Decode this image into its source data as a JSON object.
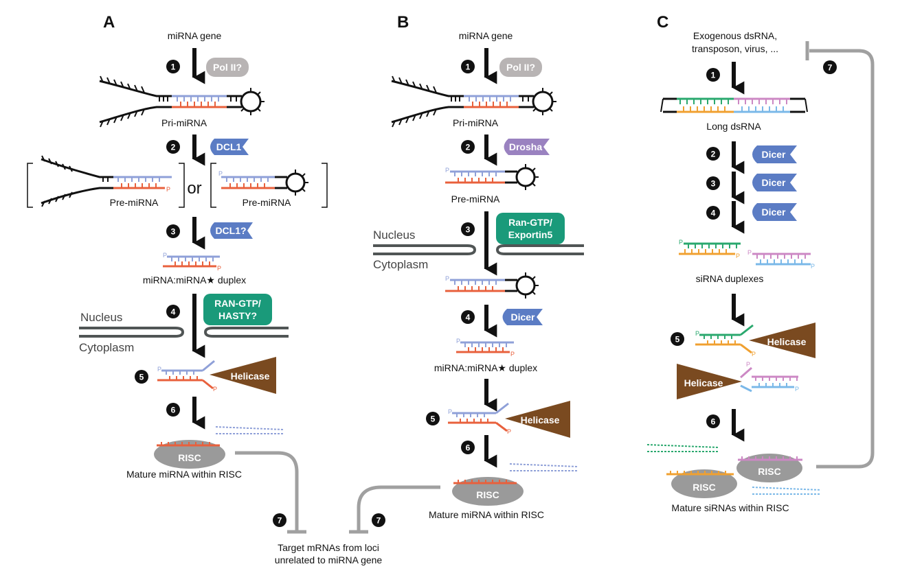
{
  "panels": {
    "a": {
      "letter": "A",
      "gene": "miRNA gene",
      "enzyme1": "Pol II?",
      "pri": "Pri-miRNA",
      "enzyme2": "DCL1",
      "pre_left": "Pre-miRNA",
      "or": "or",
      "pre_right": "Pre-miRNA",
      "enzyme3": "DCL1?",
      "duplex": "miRNA:miRNA★ duplex",
      "exporter": [
        "RAN-GTP/",
        "HASTY?"
      ],
      "nucleus": "Nucleus",
      "cytoplasm": "Cytoplasm",
      "helicase": "Helicase",
      "risc": "RISC",
      "mature": "Mature miRNA within RISC"
    },
    "b": {
      "letter": "B",
      "gene": "miRNA gene",
      "enzyme1": "Pol II?",
      "pri": "Pri-miRNA",
      "enzyme2": "Drosha",
      "pre": "Pre-miRNA",
      "exporter": [
        "Ran-GTP/",
        "Exportin5"
      ],
      "nucleus": "Nucleus",
      "cytoplasm": "Cytoplasm",
      "enzyme4": "Dicer",
      "duplex": "miRNA:miRNA★ duplex",
      "helicase": "Helicase",
      "risc": "RISC",
      "mature": "Mature miRNA within RISC"
    },
    "c": {
      "letter": "C",
      "source": [
        "Exogenous dsRNA,",
        "transposon, virus, ..."
      ],
      "long": "Long dsRNA",
      "dicer": "Dicer",
      "sirna": "siRNA duplexes",
      "helicase": "Helicase",
      "risc": "RISC",
      "mature": "Mature siRNAs within RISC"
    },
    "target": [
      "Target mRNAs from loci",
      "unrelated to miRNA gene"
    ]
  },
  "step_markers": {
    "one": "1",
    "two": "2",
    "three": "3",
    "four": "4",
    "five": "5",
    "six": "6",
    "seven": "7"
  },
  "phosphate": "P",
  "colors": {
    "blue_strand": "#8fa0d8",
    "red_strand": "#e8603c",
    "green_strand": "#2aa86e",
    "orange_strand": "#f0a030",
    "pink_strand": "#cc88c4",
    "lightblue_strand": "#7ab8e8",
    "dicer": "#5b7cc4",
    "drosha": "#9a82c0",
    "exporter": "#1a9a7a",
    "helicase": "#7a4a20",
    "risc": "#9a9a9a",
    "polii": "#b8b4b4",
    "membrane": "#505555",
    "inhibit": "#a0a0a0"
  }
}
